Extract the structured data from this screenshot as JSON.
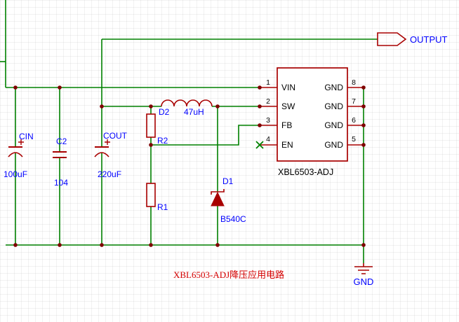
{
  "colors": {
    "wire": "#008000",
    "component": "#a80000",
    "junction": "#7f0000",
    "label": "#0000ff",
    "pin_text": "#000000",
    "title": "#d40000",
    "background": "#ffffff"
  },
  "flags": {
    "output": "OUTPUT",
    "gnd": "GND"
  },
  "ic": {
    "part": "XBL6503-ADJ",
    "pins_left": [
      {
        "num": "1",
        "name": "VIN"
      },
      {
        "num": "2",
        "name": "SW"
      },
      {
        "num": "3",
        "name": "FB"
      },
      {
        "num": "4",
        "name": "EN"
      }
    ],
    "pins_right": [
      {
        "num": "8",
        "name": "GND"
      },
      {
        "num": "7",
        "name": "GND"
      },
      {
        "num": "6",
        "name": "GND"
      },
      {
        "num": "5",
        "name": "GND"
      }
    ]
  },
  "components": {
    "cin": {
      "designator": "CIN",
      "value": "100uF"
    },
    "c2": {
      "designator": "C2",
      "value": "104"
    },
    "cout": {
      "designator": "COUT",
      "value": "220uF"
    },
    "l": {
      "designator": "D2",
      "value": "47uH"
    },
    "r2": {
      "designator": "R2"
    },
    "r1": {
      "designator": "R1"
    },
    "d1": {
      "designator": "D1",
      "value": "B540C"
    }
  },
  "title": {
    "text": "XBL6503-ADJ降压应用电路"
  }
}
